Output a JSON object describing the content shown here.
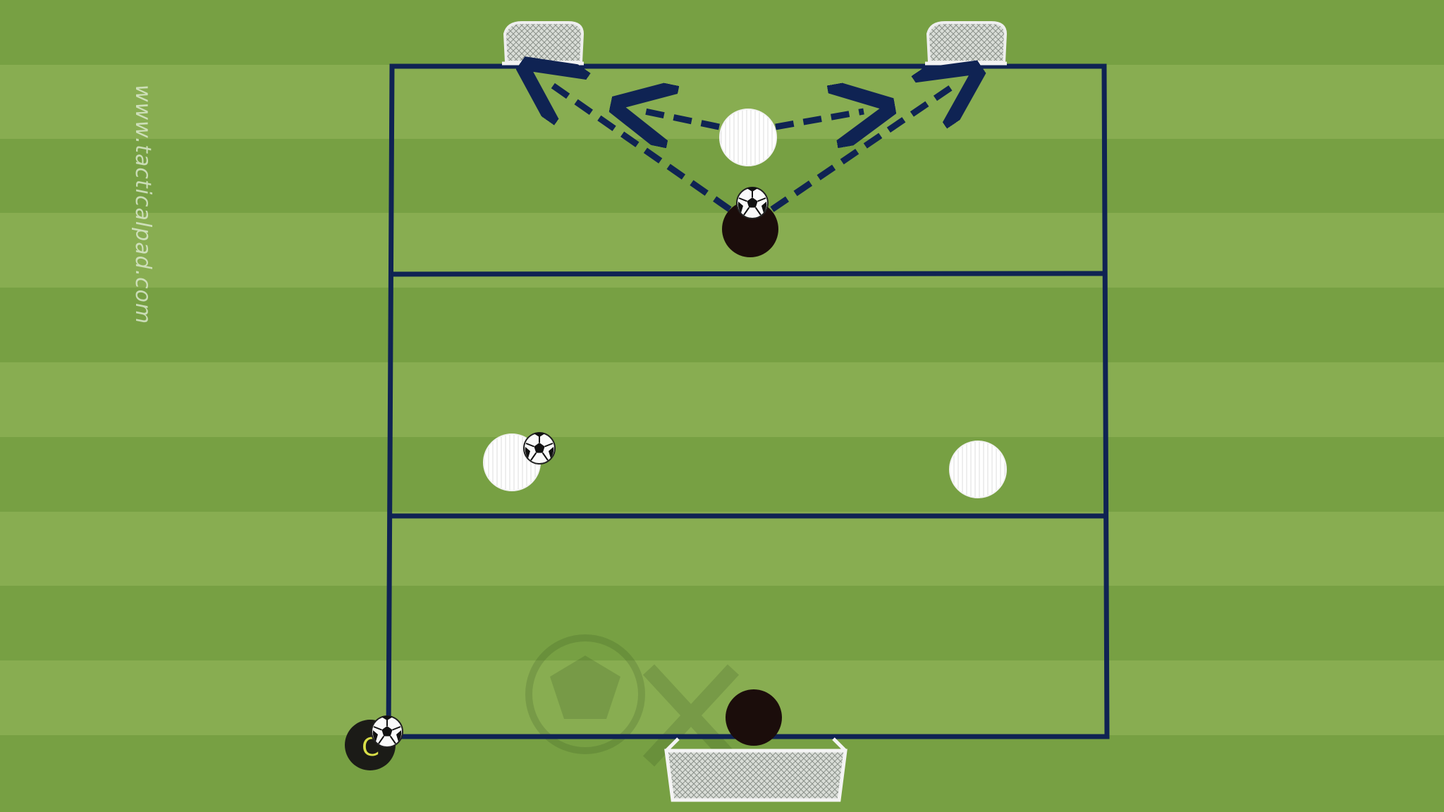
{
  "watermark": {
    "text": "www.tacticalpad.com"
  },
  "colors": {
    "stripe_light": "#88ad51",
    "stripe_dark": "#77a043",
    "lines": "#0f2353",
    "arrow": "#0f2353",
    "team_white": "#ffffff",
    "team_black": "#1b0d0b"
  },
  "players": [
    {
      "team": "black",
      "label": "attacker-with-ball-top",
      "has_ball": true
    },
    {
      "team": "black",
      "label": "goalkeeper",
      "has_ball": false
    },
    {
      "team": "black",
      "label": "coach-corner",
      "has_ball": true
    },
    {
      "team": "white",
      "label": "defender-top",
      "has_ball": false
    },
    {
      "team": "white",
      "label": "midfield-left",
      "has_ball": true
    },
    {
      "team": "white",
      "label": "midfield-right",
      "has_ball": false
    }
  ],
  "goals": [
    {
      "type": "mini",
      "label": "top-left-mini-goal"
    },
    {
      "type": "mini",
      "label": "top-right-mini-goal"
    },
    {
      "type": "full",
      "label": "bottom-goal"
    }
  ],
  "arrows": {
    "style": "dashed",
    "count": 4
  }
}
